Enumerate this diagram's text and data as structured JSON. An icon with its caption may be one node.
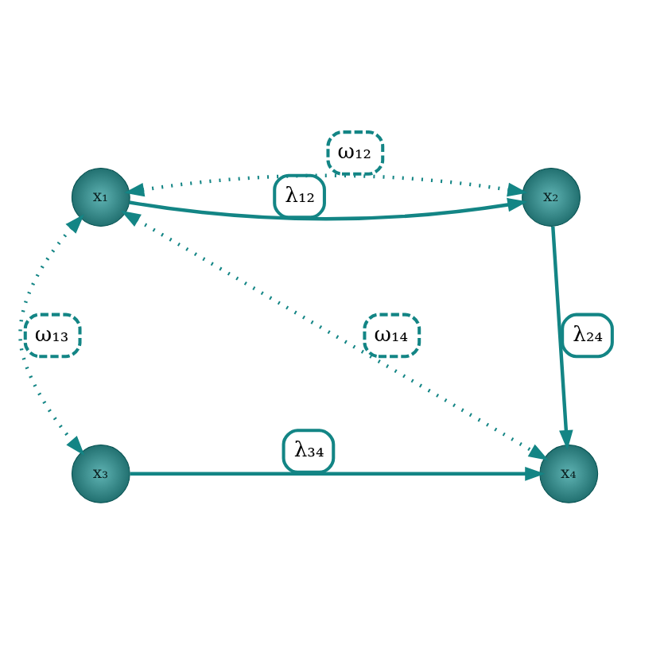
{
  "diagram": {
    "nodes": [
      {
        "text": [
          "x₁"
        ]
      },
      {
        "text": [
          "x₂"
        ]
      },
      {
        "text": [
          "x₃"
        ]
      },
      {
        "text": [
          "x₄"
        ]
      }
    ],
    "edges": [
      {
        "from": 0,
        "to": 1,
        "arrow": "to",
        "label": "λ₁₂"
      },
      {
        "from": 0,
        "to": 1,
        "arrow": "both",
        "label": "ω₁₂",
        "style": "dashed"
      },
      {
        "from": 0,
        "to": 3,
        "arrow": "both",
        "label": "ω₁₄",
        "style": "dashed"
      },
      {
        "from": 1,
        "to": 3,
        "arrow": "to",
        "label": "λ₂₄"
      },
      {
        "from": 0,
        "to": 2,
        "arrow": "both",
        "label": "ω₁₃",
        "style": "dashed"
      },
      {
        "from": 2,
        "to": 3,
        "arrow": "to",
        "label": "λ₃₄"
      }
    ]
  }
}
